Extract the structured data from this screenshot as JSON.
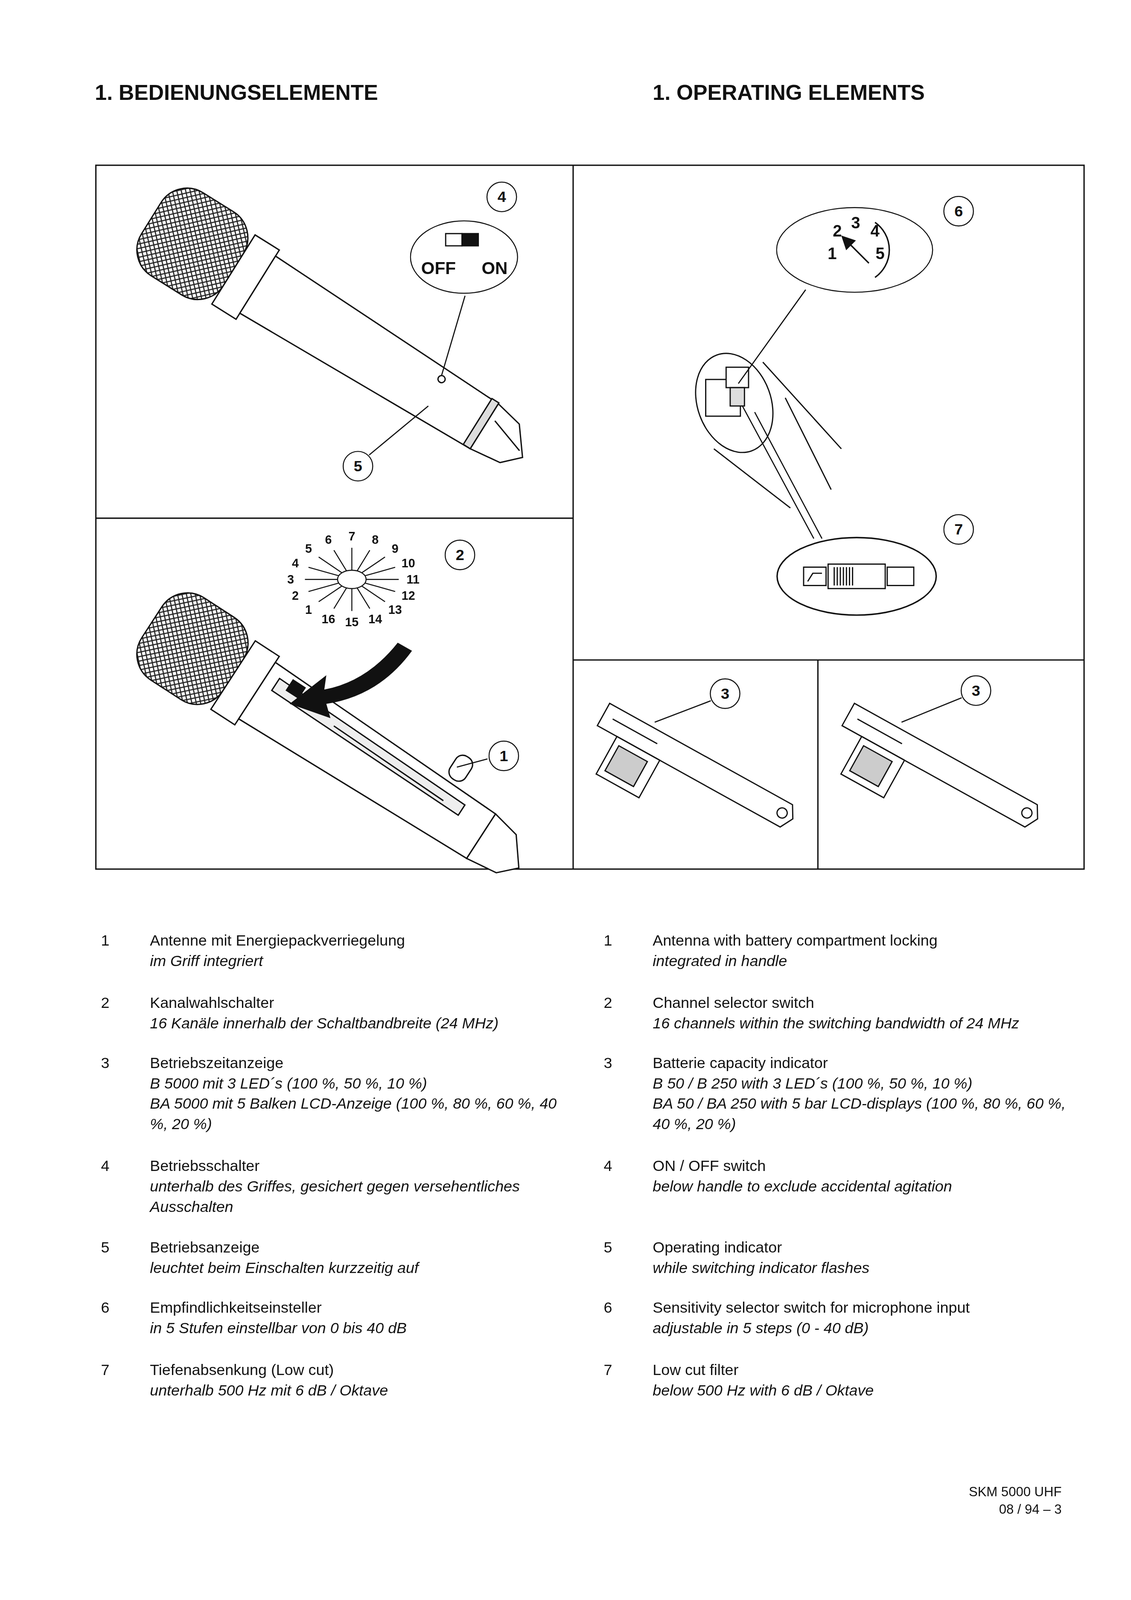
{
  "diagram": {
    "title": "1. BEDIENUNGSELEMENTE",
    "nodes": [
      {
        "text": [
          "4"
        ]
      },
      {
        "text": [
          "OFF",
          "ON"
        ]
      },
      {
        "text": [
          "5"
        ]
      },
      {
        "text": [
          "2"
        ]
      },
      {
        "text": [
          "1"
        ]
      },
      {
        "text": [
          "6"
        ]
      },
      {
        "text": [
          "2",
          "3",
          "4",
          "1",
          "5"
        ]
      },
      {
        "text": [
          "7"
        ]
      },
      {
        "text": [
          "3"
        ]
      },
      {
        "text": [
          "3"
        ]
      }
    ],
    "edges": [],
    "labels": [
      "1. OPERATING ELEMENTS",
      "1",
      "2",
      "3",
      "4",
      "5",
      "6",
      "7",
      "8",
      "9",
      "10",
      "11",
      "12",
      "13",
      "14",
      "15",
      "16",
      "1",
      "Antenne mit Energiepackverriegelung",
      "im Griff integriert",
      "1",
      "Antenna with battery compartment locking",
      "integrated in handle",
      "2",
      "Kanalwahlschalter",
      "16 Kanäle innerhalb der Schaltbandbreite (24 MHz)",
      "2",
      "Channel selector switch",
      "16 channels within the switching bandwidth of 24 MHz",
      "3",
      "Betriebszeitanzeige",
      "B 5000 mit 3 LED´s (100 %, 50 %, 10 %)",
      "BA 5000 mit 5 Balken LCD-Anzeige (100 %, 80 %, 60 %, 40 %, 20 %)",
      "3",
      "Batterie capacity indicator",
      "B 50 / B 250 with 3 LED´s (100 %, 50 %, 10 %)",
      "BA 50 / BA 250 with 5 bar LCD-displays (100 %, 80 %, 60 %, 40 %, 20 %)",
      "4",
      "Betriebsschalter",
      "unterhalb des Griffes, gesichert gegen versehentliches Ausschalten",
      "4",
      "ON / OFF switch",
      "below handle to exclude accidental agitation",
      "5",
      "Betriebsanzeige",
      "leuchtet beim Einschalten kurzzeitig auf",
      "5",
      "Operating indicator",
      "while switching indicator flashes",
      "6",
      "Empfindlichkeitseinsteller",
      "in 5 Stufen einstellbar von 0 bis 40 dB",
      "6",
      "Sensitivity selector switch for microphone input",
      "adjustable in 5 steps (0 - 40 dB)",
      "7",
      "Tiefenabsenkung (Low cut)",
      "unterhalb 500 Hz mit 6 dB / Oktave",
      "7",
      "Low cut filter",
      "below 500 Hz with 6 dB / Oktave",
      "SKM 5000 UHF",
      "08 / 94 – 3"
    ]
  }
}
